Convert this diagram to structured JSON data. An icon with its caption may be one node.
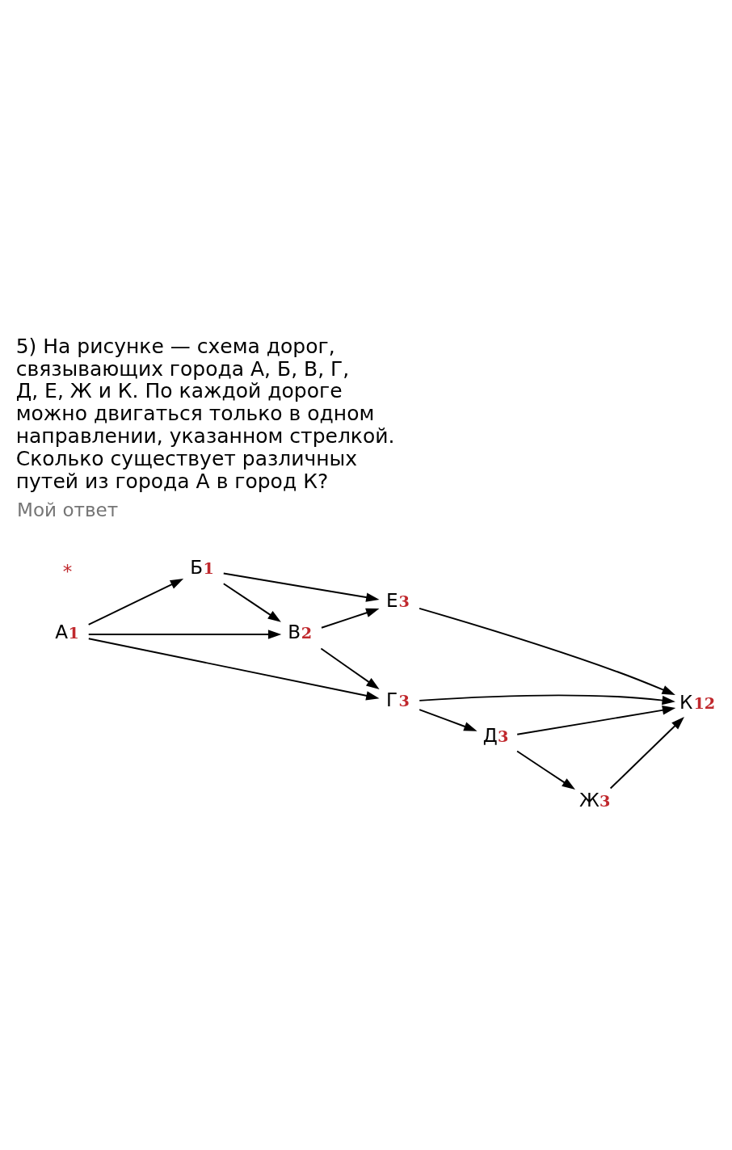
{
  "diagram": {
    "title": "5) На рисунке — схема дорог, связывающих города А, Б, В, Г, Д, Е, Ж и К. По каждой дороге можно двигаться только в одном направлении, указанном стрелкой. Сколько существует различных путей из города А в город К?",
    "nodes": [
      {
        "text": [
          "Б"
        ],
        "beside": [
          "1"
        ]
      },
      {
        "text": [
          "Е"
        ],
        "beside": [
          "3"
        ]
      },
      {
        "text": [
          "В"
        ],
        "beside": [
          "2"
        ]
      },
      {
        "text": [
          "К"
        ],
        "beside": [
          "12"
        ]
      },
      {
        "text": [
          "А"
        ],
        "beside": [
          "1"
        ]
      },
      {
        "text": [
          "Г"
        ],
        "beside": [
          "3"
        ]
      },
      {
        "text": [
          "Д"
        ],
        "beside": [
          "3"
        ]
      },
      {
        "text": [
          "Ж"
        ],
        "beside": [
          "3"
        ]
      }
    ],
    "edges": [
      {
        "from": 4,
        "to": 0,
        "arrow": "to"
      },
      {
        "from": 4,
        "to": 2,
        "arrow": "to"
      },
      {
        "from": 4,
        "to": 5,
        "arrow": "to"
      },
      {
        "from": 0,
        "to": 1,
        "arrow": "to"
      },
      {
        "from": 0,
        "to": 2,
        "arrow": "to"
      },
      {
        "from": 2,
        "to": 1,
        "arrow": "to"
      },
      {
        "from": 2,
        "to": 5,
        "arrow": "to"
      },
      {
        "from": 5,
        "to": 3,
        "arrow": "to"
      },
      {
        "from": 5,
        "to": 6,
        "arrow": "to"
      },
      {
        "from": 6,
        "to": 3,
        "arrow": "to"
      },
      {
        "from": 6,
        "to": 7,
        "arrow": "to"
      },
      {
        "from": 1,
        "to": 3,
        "arrow": "to"
      },
      {
        "from": 7,
        "to": 3,
        "arrow": "to"
      }
    ],
    "labels": [
      "*",
      "Мой ответ"
    ]
  }
}
